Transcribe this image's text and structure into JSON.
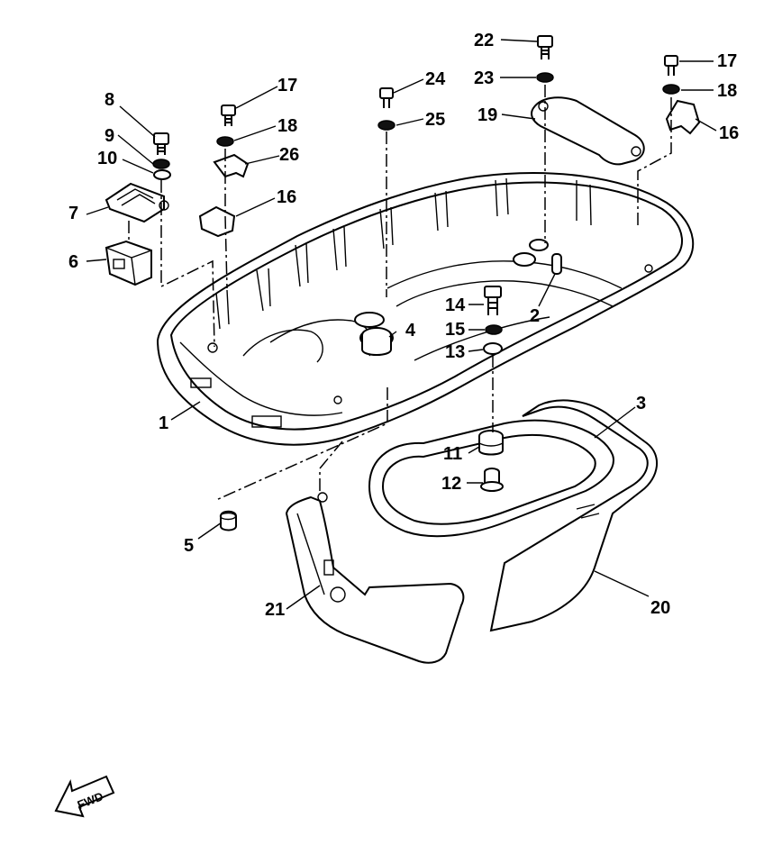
{
  "diagram": {
    "callouts": [
      "1",
      "2",
      "3",
      "4",
      "5",
      "6",
      "7",
      "8",
      "9",
      "10",
      "11",
      "12",
      "13",
      "14",
      "15",
      "16",
      "16",
      "17",
      "17",
      "18",
      "18",
      "19",
      "20",
      "21",
      "22",
      "23",
      "24",
      "25",
      "26"
    ],
    "direction_marker": "FWD"
  }
}
